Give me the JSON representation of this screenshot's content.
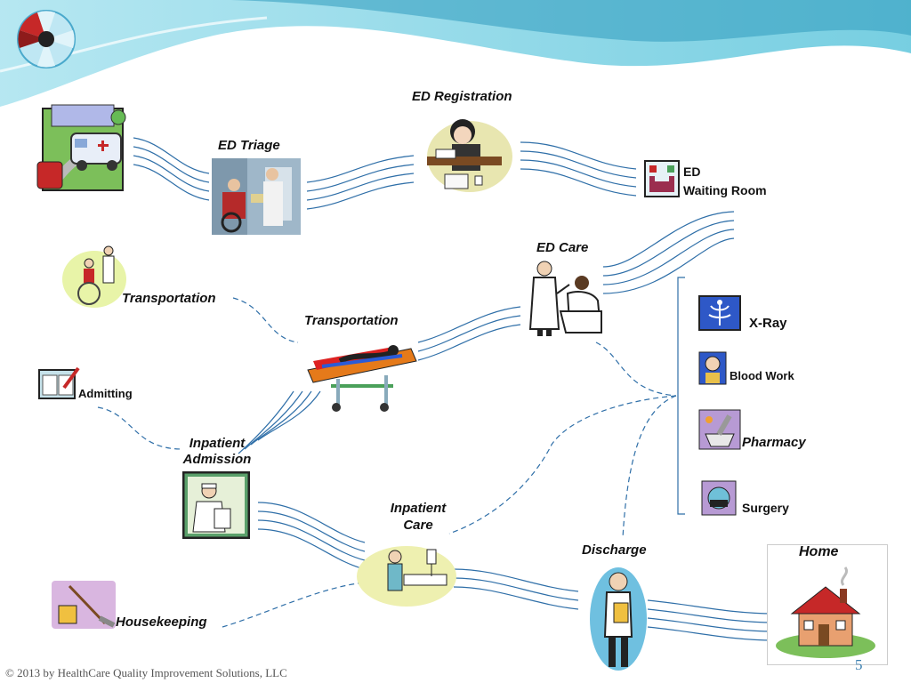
{
  "nodes": {
    "ed_registration": "ED Registration",
    "ed_triage": "ED Triage",
    "ed_waiting_room": [
      "ED",
      "Waiting Room"
    ],
    "ed_care": "ED Care",
    "transportation_upper": "Transportation",
    "transportation_center": "Transportation",
    "admitting": "Admitting",
    "inpatient_admission": [
      "Inpatient",
      "Admission"
    ],
    "xray": "X-Ray",
    "blood_work": "Blood Work",
    "pharmacy": "Pharmacy",
    "surgery": "Surgery",
    "inpatient_care": [
      "Inpatient",
      "Care"
    ],
    "discharge": "Discharge",
    "home": "Home",
    "housekeeping": "Housekeeping"
  },
  "footer": "© 2013 by HealthCare Quality Improvement Solutions, LLC",
  "page_number": "5",
  "colors": {
    "flow_line": "#2f6fa8",
    "accent_teal": "#5cc3d8"
  }
}
